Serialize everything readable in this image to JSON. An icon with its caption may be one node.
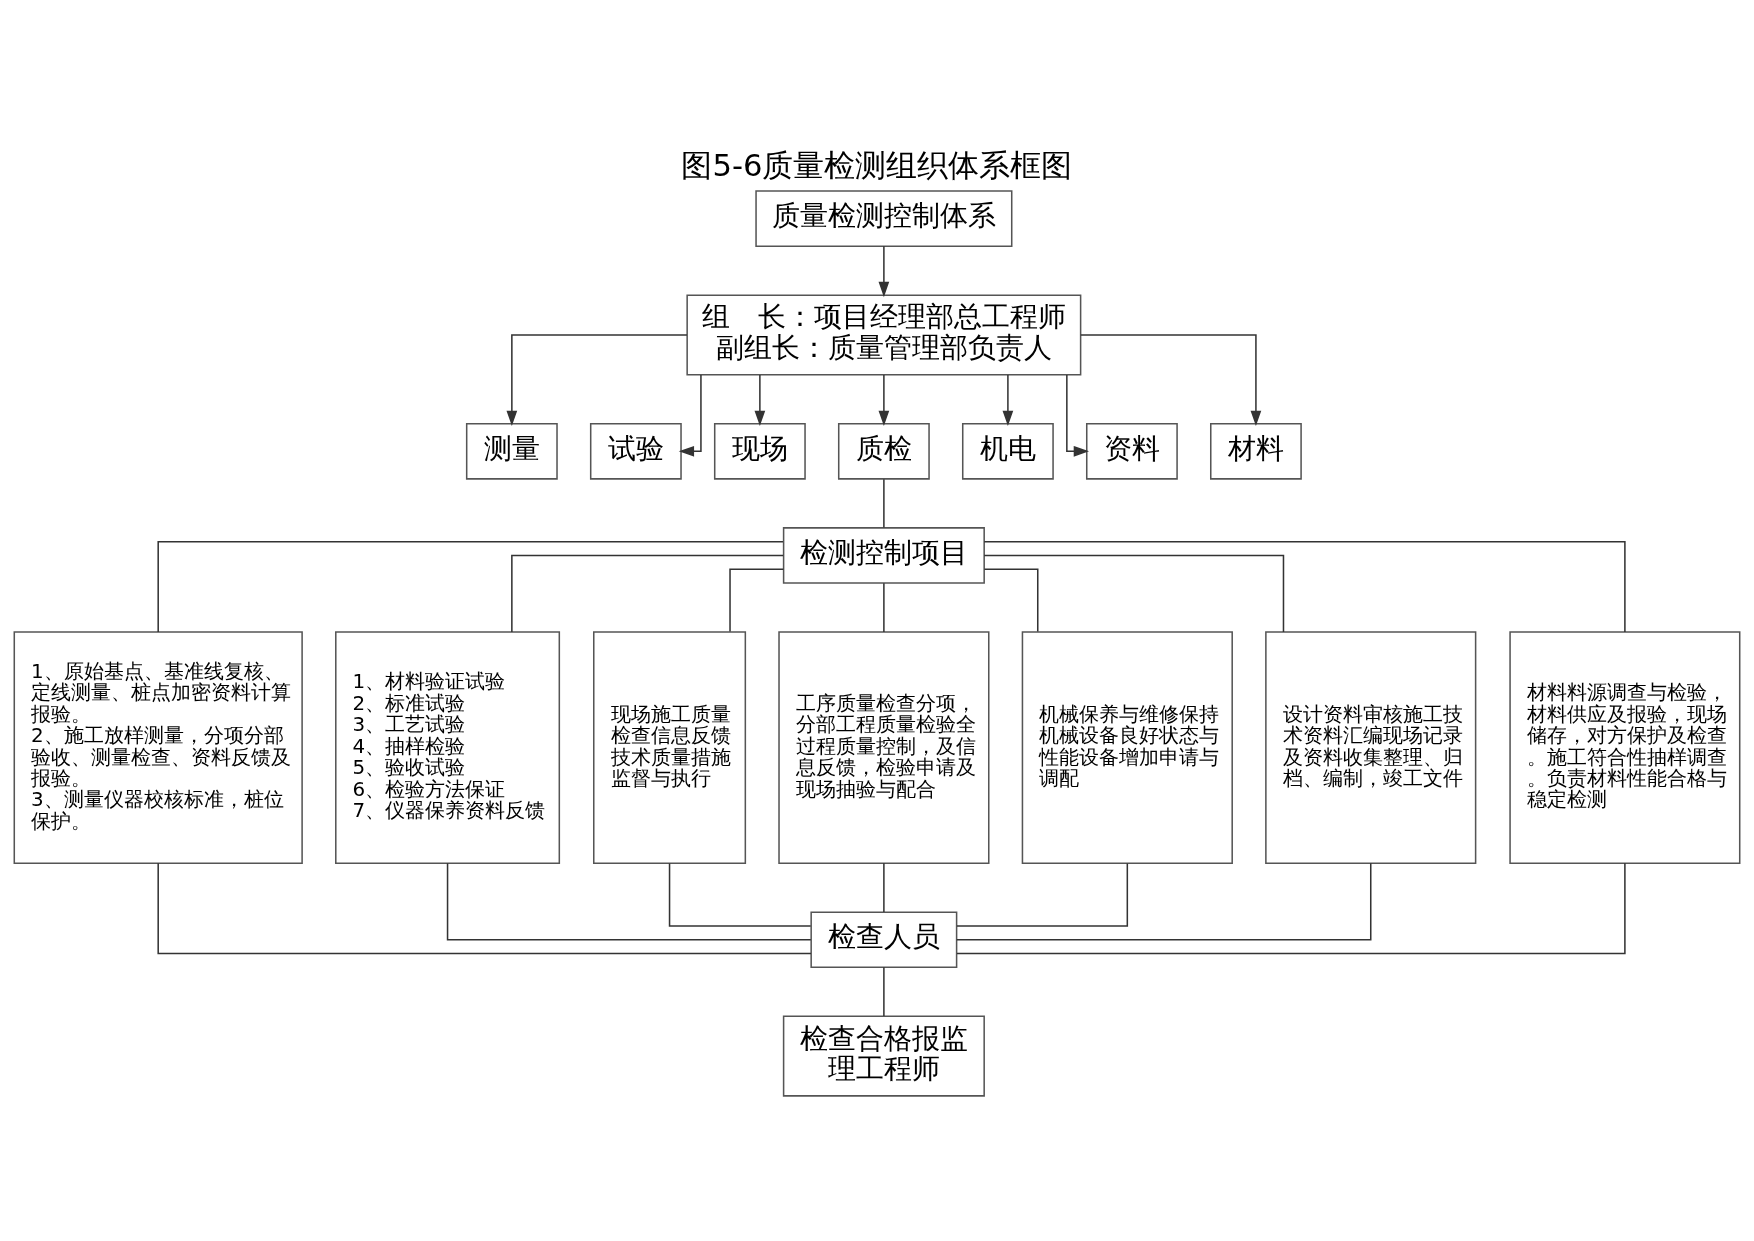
{
  "diagram": {
    "title": "图5-6质量检测组织体系框图",
    "nodes": [
      {
        "text": [
          "质量检测控制体系"
        ]
      },
      {
        "text": [
          "组　长：项目经理部总工程师",
          "副组长：质量管理部负责人"
        ]
      },
      {
        "text": [
          "测量"
        ]
      },
      {
        "text": [
          "试验"
        ]
      },
      {
        "text": [
          "现场"
        ]
      },
      {
        "text": [
          "质检"
        ]
      },
      {
        "text": [
          "机电"
        ]
      },
      {
        "text": [
          "资料"
        ]
      },
      {
        "text": [
          "材料"
        ]
      },
      {
        "text": [
          "检测控制项目"
        ]
      },
      {
        "text": [
          "1、原始基点、基准线复核、定线测量、桩点加密资料计算报验。",
          "2、施工放样测量，分项分部验收、测量检查、资料反馈及报验。",
          "3、测量仪器校核标准，桩位保护。"
        ]
      },
      {
        "text": [
          "1、材料验证试验",
          "2、标准试验",
          "3、工艺试验",
          "4、抽样检验",
          "5、验收试验",
          "6、检验方法保证",
          "7、仪器保养资料反馈"
        ]
      },
      {
        "text": [
          "现场施工质量检查信息反馈技术质量措施监督与执行"
        ]
      },
      {
        "text": [
          "工序质量检查分项，分部工程质量检验全过程质量控制，及信息反馈，检验申请及现场抽验与配合"
        ]
      },
      {
        "text": [
          "机械保养与维修保持机械设备良好状态与性能设备增加申请与调配"
        ]
      },
      {
        "text": [
          "设计资料审核施工技术资料汇编现场记录及资料收集整理、归档、编制，竣工文件"
        ]
      },
      {
        "text": [
          "材料料源调查与检验，材料供应及报验，现场储存，对方保护及检查。施工符合性抽样调查。负责材料性能合格与稳定检测"
        ]
      },
      {
        "text": [
          "检查人员"
        ]
      },
      {
        "text": [
          "检查合格报监理工程师"
        ]
      }
    ],
    "edges": [
      {
        "from": 0,
        "to": 1,
        "arrow": "to"
      },
      {
        "from": 1,
        "to": 2,
        "arrow": "to"
      },
      {
        "from": 1,
        "to": 3,
        "arrow": "to"
      },
      {
        "from": 1,
        "to": 4,
        "arrow": "to"
      },
      {
        "from": 1,
        "to": 5,
        "arrow": "to"
      },
      {
        "from": 1,
        "to": 6,
        "arrow": "to"
      },
      {
        "from": 1,
        "to": 7,
        "arrow": "to"
      },
      {
        "from": 1,
        "to": 8,
        "arrow": "to"
      },
      {
        "from": 5,
        "to": 9,
        "arrow": "none"
      },
      {
        "from": 9,
        "to": 10,
        "arrow": "none"
      },
      {
        "from": 9,
        "to": 11,
        "arrow": "none"
      },
      {
        "from": 9,
        "to": 12,
        "arrow": "none"
      },
      {
        "from": 9,
        "to": 13,
        "arrow": "none"
      },
      {
        "from": 9,
        "to": 14,
        "arrow": "none"
      },
      {
        "from": 9,
        "to": 15,
        "arrow": "none"
      },
      {
        "from": 9,
        "to": 16,
        "arrow": "none"
      },
      {
        "from": 10,
        "to": 17,
        "arrow": "none"
      },
      {
        "from": 11,
        "to": 17,
        "arrow": "none"
      },
      {
        "from": 12,
        "to": 17,
        "arrow": "none"
      },
      {
        "from": 13,
        "to": 17,
        "arrow": "none"
      },
      {
        "from": 14,
        "to": 17,
        "arrow": "none"
      },
      {
        "from": 15,
        "to": 17,
        "arrow": "none"
      },
      {
        "from": 16,
        "to": 17,
        "arrow": "none"
      },
      {
        "from": 17,
        "to": 18,
        "arrow": "none"
      }
    ]
  }
}
